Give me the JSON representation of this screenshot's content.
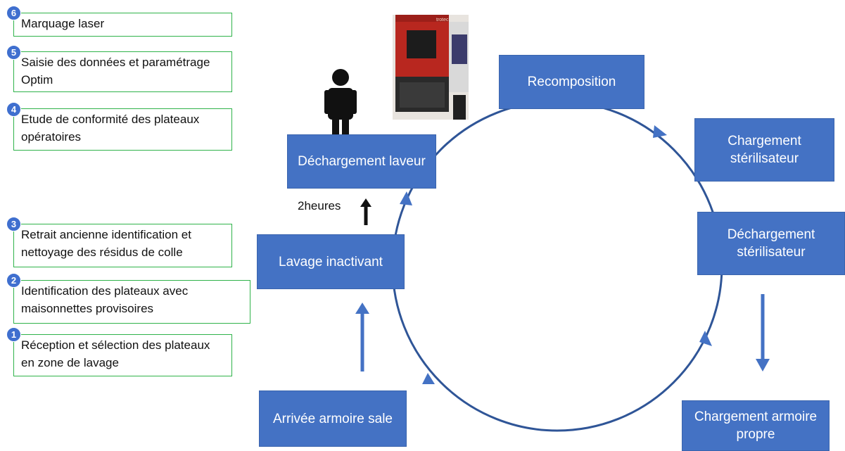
{
  "steps": [
    {
      "number": "6",
      "label": "Marquage laser"
    },
    {
      "number": "5",
      "label": "Saisie des données et paramétrage Optim"
    },
    {
      "number": "4",
      "label": "Etude de conformité des plateaux opératoires"
    },
    {
      "number": "3",
      "label": "Retrait ancienne identification et nettoyage des résidus de colle"
    },
    {
      "number": "2",
      "label": "Identification des plateaux avec maisonnettes provisoires"
    },
    {
      "number": "1",
      "label": "Réception et sélection des plateaux en zone de lavage"
    }
  ],
  "cycle": {
    "recomposition": "Recomposition",
    "chargement_sterilisateur": "Chargement stérilisateur",
    "dechargement_sterilisateur": "Déchargement stérilisateur",
    "chargement_armoire_propre": "Chargement armoire propre",
    "arrivee_armoire_sale": "Arrivée armoire sale",
    "lavage_inactivant": "Lavage inactivant",
    "dechargement_laveur": "Déchargement laveur"
  },
  "duration_label": "2heures",
  "photo": {
    "brand_text": "trotec"
  },
  "icons": {
    "person": "person-icon",
    "machine": "laser-machine-photo"
  },
  "colors": {
    "box_fill": "#4472c4",
    "circle": "#2f5597",
    "step_border": "#2fb34a",
    "badge": "#3f6fcf"
  }
}
